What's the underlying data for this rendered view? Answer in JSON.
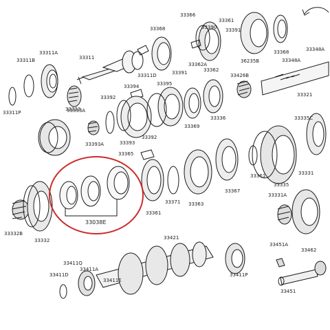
{
  "diagram": {
    "parts": {
      "p33366": "33366",
      "p33368a": "33368",
      "p33390": "33390",
      "p33391a": "33391",
      "p33361a": "33361",
      "p33311A": "33311A",
      "p33311": "33311",
      "p33311B": "33311B",
      "p33311P": "33311P",
      "p33333": "33333",
      "p33311D": "33311D",
      "p33391b": "33391",
      "p33362": "33362A",
      "p33362b": "33362",
      "p36235B": "36235B",
      "p33368b": "33368",
      "p33348A": "33348A",
      "p33348A2": "33348A",
      "p33426B": "33426B",
      "p33321": "33321",
      "p33394": "33394",
      "p33395": "33395",
      "p33392a": "33392",
      "p33333A": "33333A",
      "p33393A": "33393A",
      "p33393": "33393",
      "p33392b": "33392",
      "p33369": "33369",
      "p33336": "33336",
      "p33335C": "33335C",
      "p33365": "33365",
      "p33038E": "33038E",
      "p33332B": "33332B",
      "p33332": "33332",
      "p33361b": "33361",
      "p33371": "33371",
      "p33363": "33363",
      "p33367": "33367",
      "p33361c": "33361",
      "p33335": "33335",
      "p33331": "33331",
      "p33331A": "33331A",
      "p33421": "33421",
      "p33411Q": "33411Q",
      "p33411A": "33411A",
      "p33411D": "33411D",
      "p33411E": "33411E",
      "p33411P": "33411P",
      "p33451A": "33451A",
      "p33462": "33462",
      "p33451": "33451"
    },
    "highlight_color": "#cc2a2a"
  }
}
